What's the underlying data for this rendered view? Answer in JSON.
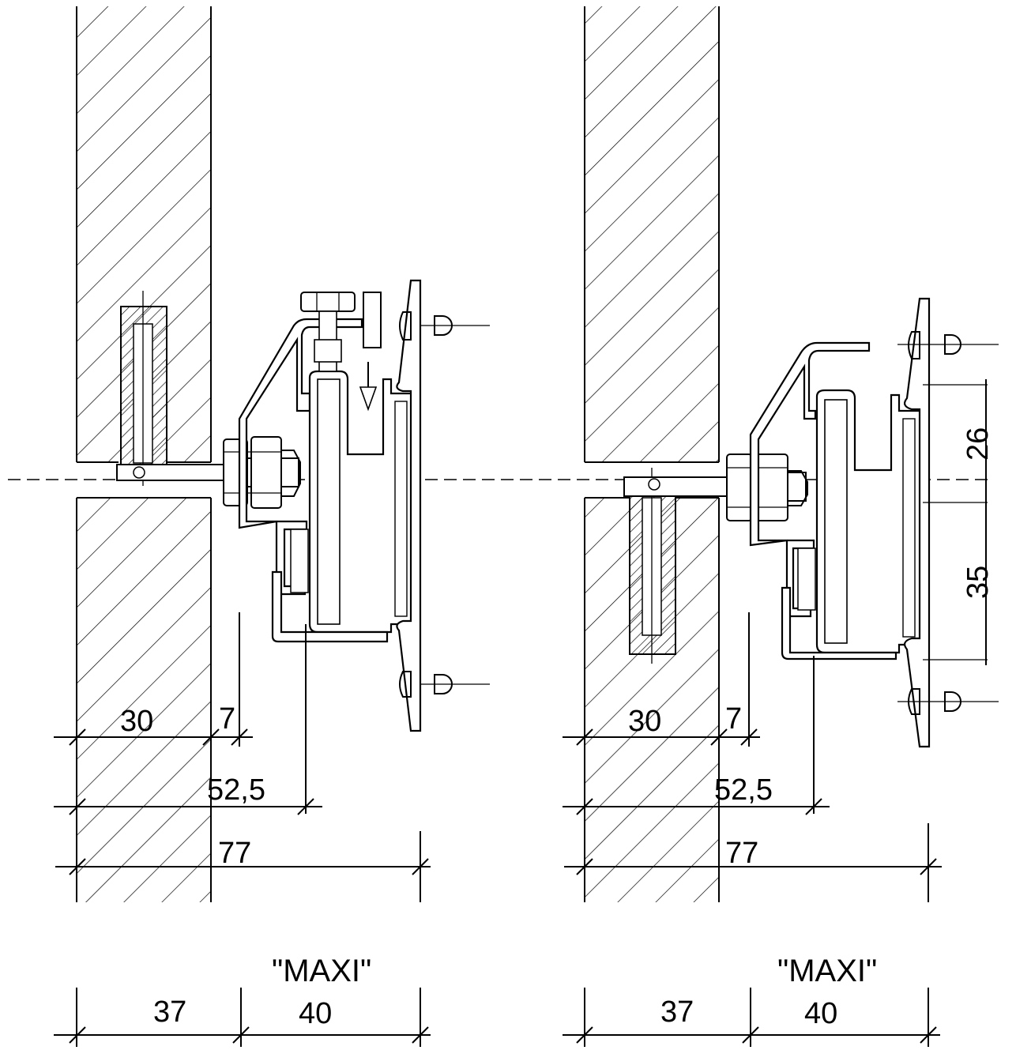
{
  "figures": [
    {
      "id": "left",
      "dimensions": {
        "d30": "30",
        "d7": "7",
        "d52": "52,5",
        "d77": "77",
        "d37": "37",
        "d40": "40"
      },
      "product_label": "\"MAXI\""
    },
    {
      "id": "right",
      "dimensions": {
        "d30": "30",
        "d7": "7",
        "d52": "52,5",
        "d77": "77",
        "d37": "37",
        "d40": "40",
        "d26": "26",
        "d35": "35"
      },
      "product_label": "\"MAXI\""
    }
  ]
}
